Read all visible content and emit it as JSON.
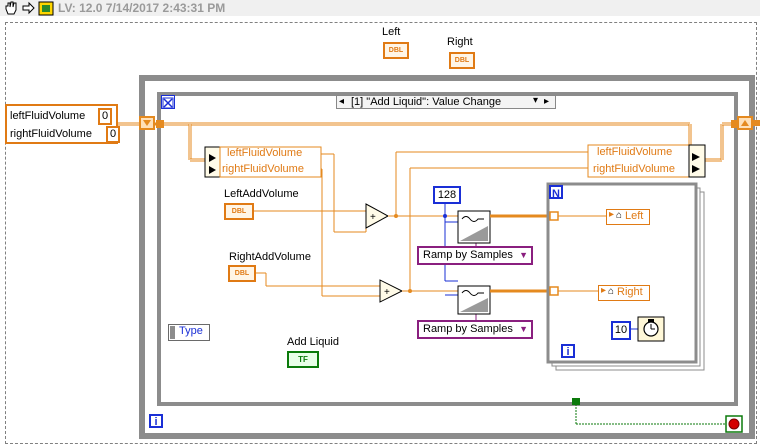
{
  "window": {
    "title": "LV: 12.0 7/14/2017 2:43:31 PM"
  },
  "front_labels": {
    "left": "Left",
    "right": "Right",
    "dbl": "DBL"
  },
  "cluster": {
    "items": [
      {
        "label": "leftFluidVolume",
        "value": "0"
      },
      {
        "label": "rightFluidVolume",
        "value": "0"
      }
    ]
  },
  "event_structure": {
    "case_selector": "[1] \"Add Liquid\": Value Change",
    "type_node": "Type",
    "loop_iteration": "i"
  },
  "unbundle": {
    "items": [
      "leftFluidVolume",
      "rightFluidVolume"
    ]
  },
  "bundle": {
    "items": [
      "leftFluidVolume",
      "rightFluidVolume"
    ]
  },
  "controls": {
    "left_add": {
      "label": "LeftAddVolume",
      "type": "DBL"
    },
    "right_add": {
      "label": "RightAddVolume",
      "type": "DBL"
    },
    "add_liquid": {
      "label": "Add Liquid",
      "type": "TF"
    }
  },
  "ramp": {
    "samples": "128",
    "pattern_top": "Ramp by Samples",
    "pattern_bottom": "Ramp by Samples"
  },
  "for_loop": {
    "n": "N",
    "i": "i",
    "wait_ms": "10"
  },
  "locals": {
    "left": "Left",
    "right": "Right"
  },
  "colors": {
    "orange_wire": "#e58a1f",
    "blue_wire": "#1a2fd6",
    "green_wire": "#0b7a0b",
    "enum_purple": "#8a1f7f",
    "frame_grey": "#8c8c8c"
  }
}
